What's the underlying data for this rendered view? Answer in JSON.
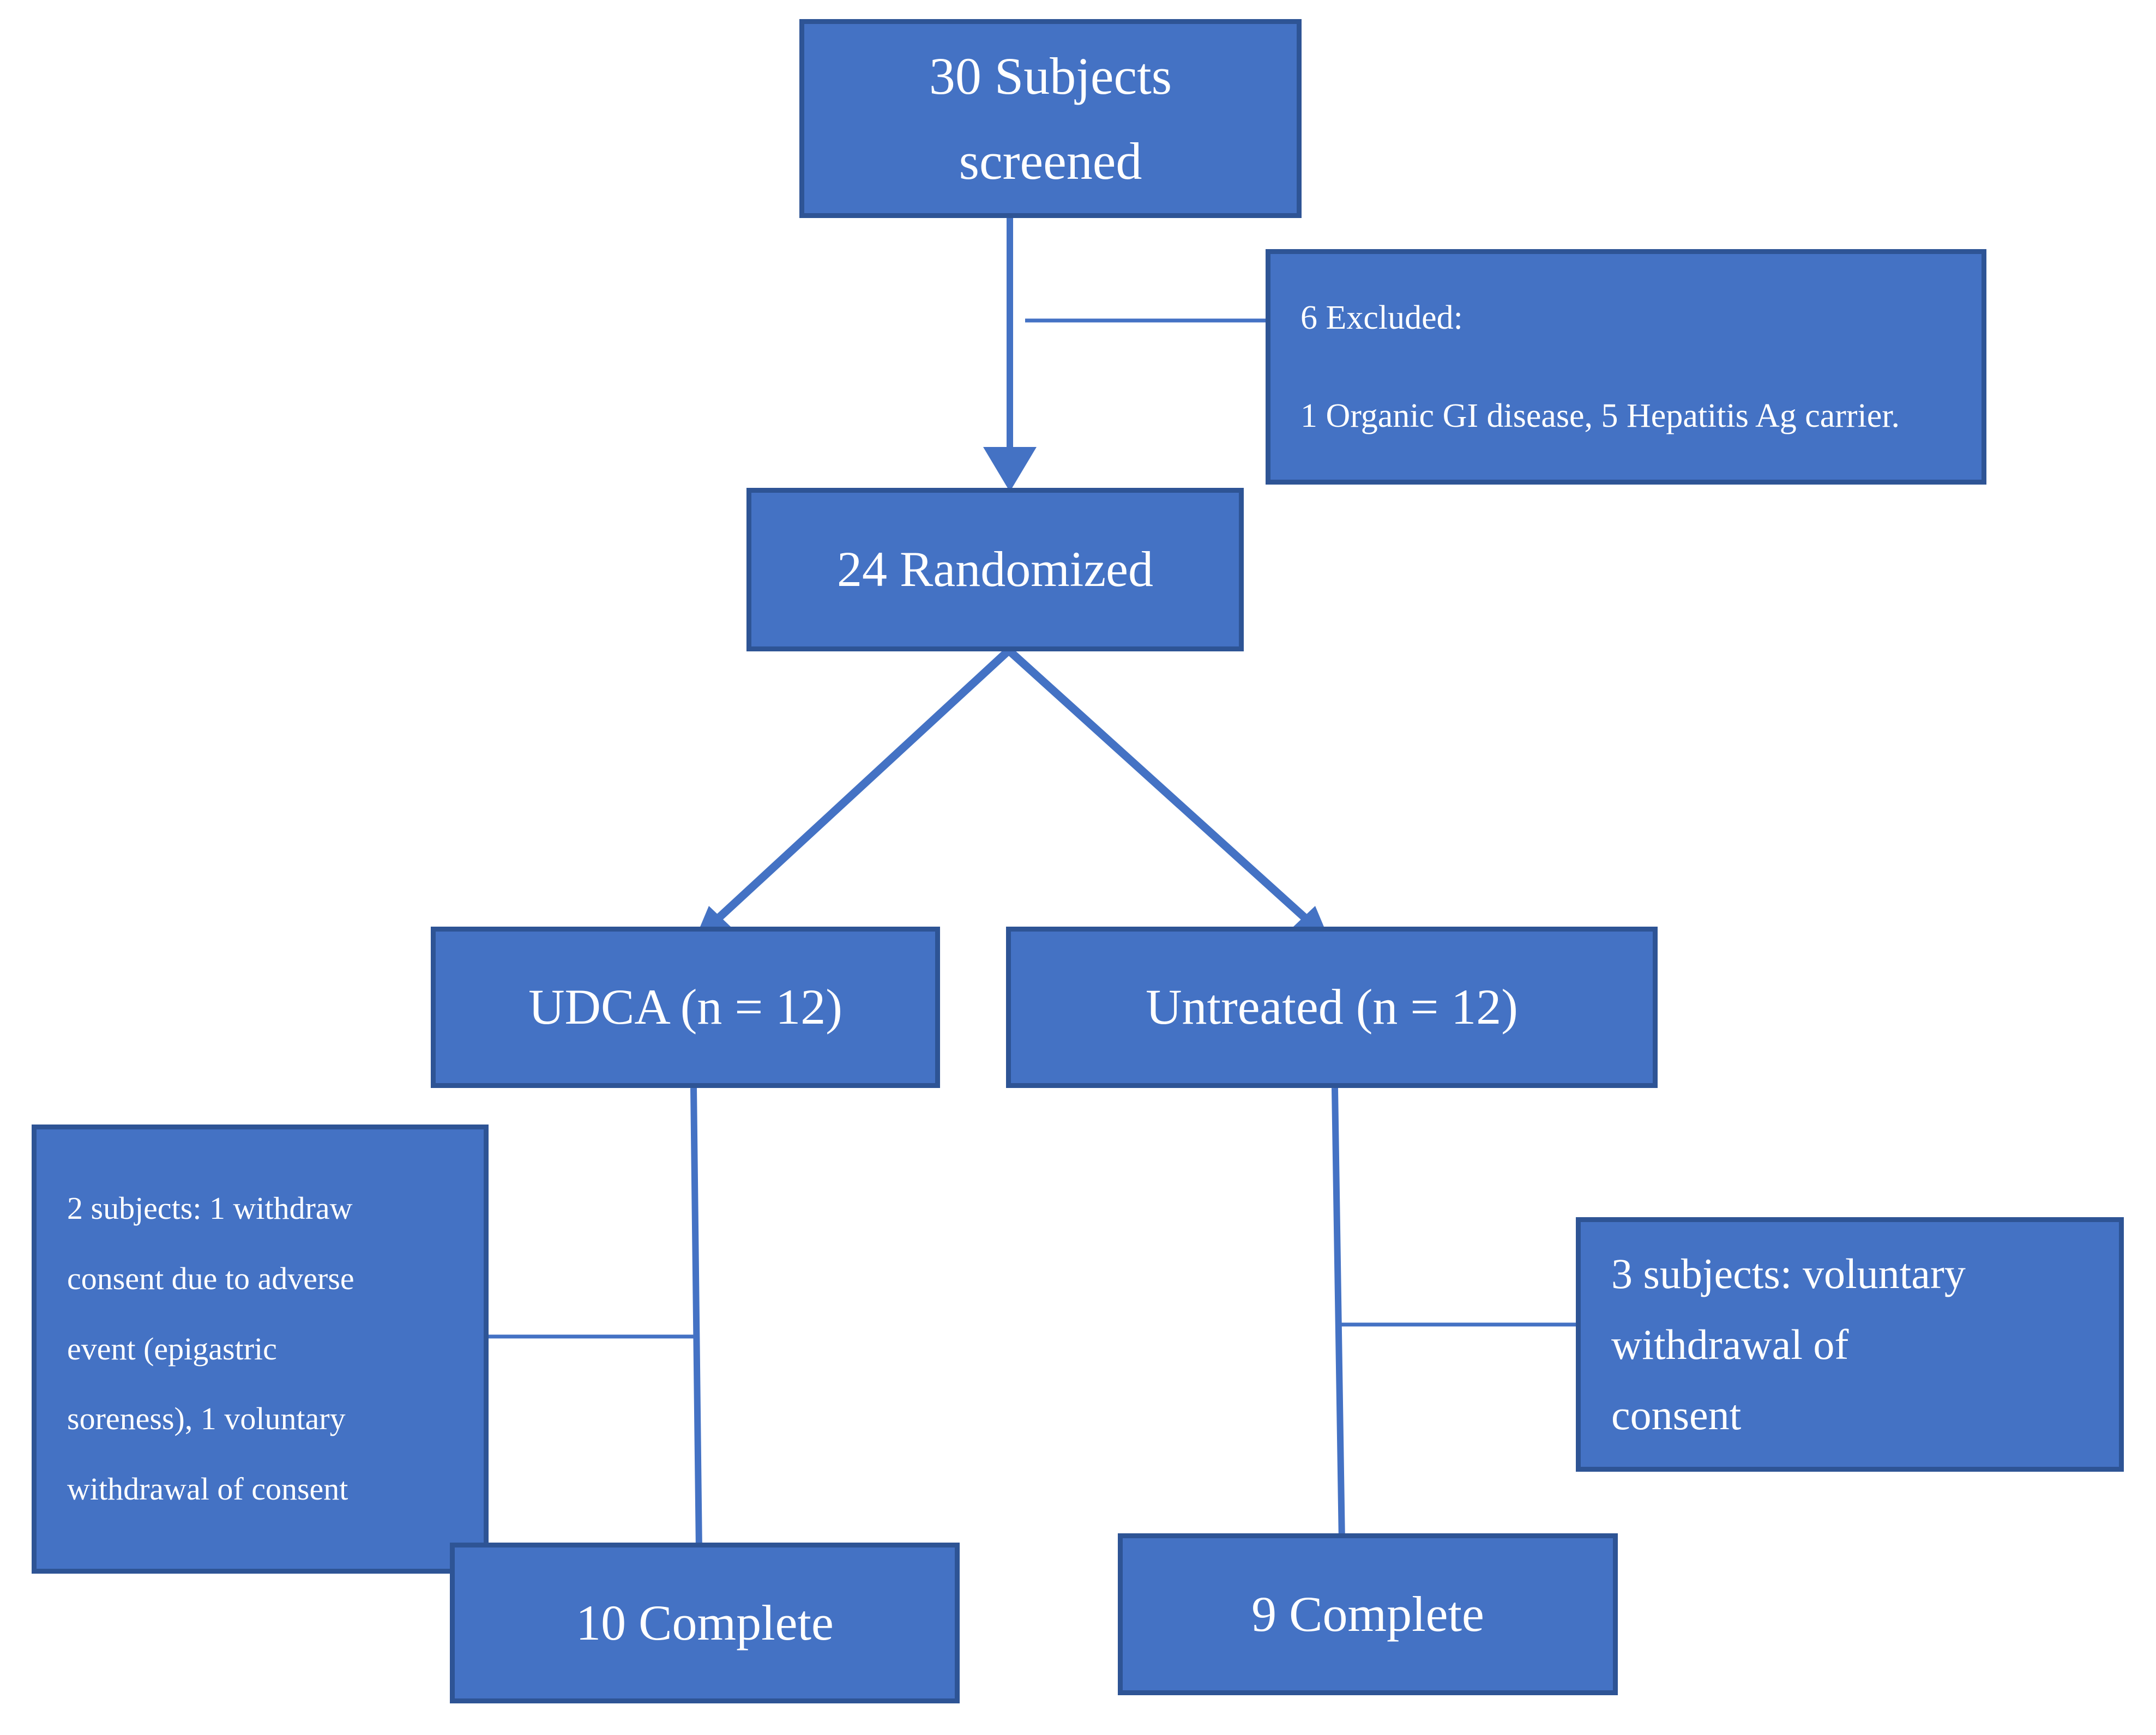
{
  "diagram": {
    "type": "consort-flow-diagram",
    "title": "Clinical trial subject flow",
    "colors": {
      "box_fill": "#4472C4",
      "box_border": "#2E5495",
      "connector": "#4472C4",
      "thin_connector": "#4472C4",
      "text": "#FFFFFF",
      "background": "#FFFFFF"
    }
  },
  "nodes": {
    "screened": {
      "lines": [
        "30 Subjects",
        "screened"
      ],
      "count": 30
    },
    "excluded": {
      "lines": [
        "6 Excluded:",
        "1 Organic GI disease, 5 Hepatitis Ag carrier."
      ],
      "count": 6
    },
    "randomized": {
      "lines": [
        "24 Randomized"
      ],
      "count": 24
    },
    "udca": {
      "lines": [
        "UDCA (n = 12)"
      ],
      "count": 12
    },
    "untreated": {
      "lines": [
        "Untreated (n = 12)"
      ],
      "count": 12
    },
    "udca_withdrawals": {
      "lines": [
        "2 subjects: 1 withdraw",
        "consent due to adverse",
        "event (epigastric",
        "soreness), 1 voluntary",
        "withdrawal of consent"
      ],
      "count": 2
    },
    "untreated_withdrawals": {
      "lines": [
        "3 subjects: voluntary",
        "withdrawal of",
        "consent"
      ],
      "count": 3
    },
    "udca_complete": {
      "lines": [
        "10 Complete"
      ],
      "count": 10
    },
    "untreated_complete": {
      "lines": [
        "9 Complete"
      ],
      "count": 9
    }
  },
  "edges": [
    {
      "from": "screened",
      "to": "randomized",
      "style": "arrow-down"
    },
    {
      "from": "screened",
      "to": "excluded",
      "style": "thin-horizontal"
    },
    {
      "from": "randomized",
      "to": "udca",
      "style": "arrow-diagonal-left"
    },
    {
      "from": "randomized",
      "to": "untreated",
      "style": "arrow-diagonal-right"
    },
    {
      "from": "udca",
      "to": "udca_complete",
      "style": "line-down"
    },
    {
      "from": "untreated",
      "to": "untreated_complete",
      "style": "line-down"
    },
    {
      "from": "udca_withdrawals",
      "to": "udca_complete",
      "style": "thin-horizontal"
    },
    {
      "from": "untreated_withdrawals",
      "to": "untreated_complete",
      "style": "thin-horizontal"
    }
  ]
}
